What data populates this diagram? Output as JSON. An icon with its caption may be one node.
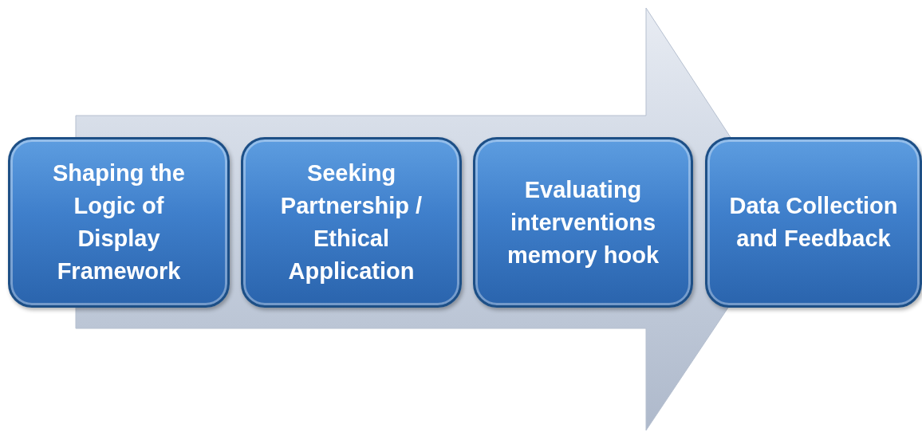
{
  "diagram": {
    "nodes": [
      {
        "text": [
          "Shaping the Logic of Display Framework"
        ]
      },
      {
        "text": [
          "Seeking Partnership / Ethical Application"
        ]
      },
      {
        "text": [
          "Evaluating interventions memory hook"
        ]
      },
      {
        "text": [
          "Data Collection and Feedback"
        ]
      }
    ],
    "edges": [
      {
        "from": 0,
        "to": 3,
        "arrow": "to"
      }
    ]
  }
}
